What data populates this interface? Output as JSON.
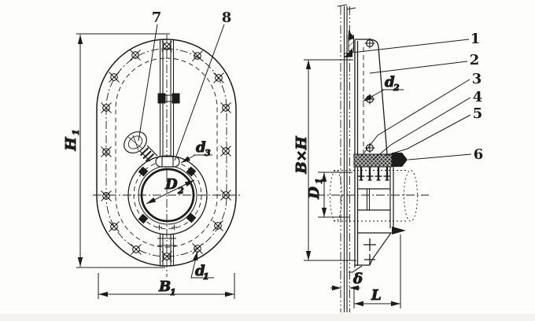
{
  "drawing": {
    "type": "engineering-drawing",
    "subject": "oval manhole cover with central quick-opening round cover, two orthographic views",
    "colors": {
      "line": "#1c1c1c",
      "background": "#fdfdfb"
    },
    "front_view": {
      "callouts": [
        {
          "label": "7"
        },
        {
          "label": "8"
        }
      ],
      "dims": {
        "H1": {
          "base": "H",
          "sub": "1"
        },
        "B1": {
          "base": "B",
          "sub": "1"
        },
        "D2": {
          "base": "D",
          "sub": "2"
        },
        "d1": {
          "base": "d",
          "sub": "1"
        },
        "d3": {
          "base": "d",
          "sub": "3"
        }
      }
    },
    "side_view": {
      "callouts": [
        {
          "label": "1"
        },
        {
          "label": "2"
        },
        {
          "label": "3"
        },
        {
          "label": "4"
        },
        {
          "label": "5"
        },
        {
          "label": "6"
        }
      ],
      "dims": {
        "BxH": {
          "base": "B×H",
          "sub": ""
        },
        "D1": {
          "base": "D",
          "sub": "1"
        },
        "d2": {
          "base": "d",
          "sub": "2"
        },
        "delta": {
          "base": "δ",
          "sub": ""
        },
        "L": {
          "base": "L",
          "sub": ""
        }
      }
    }
  }
}
